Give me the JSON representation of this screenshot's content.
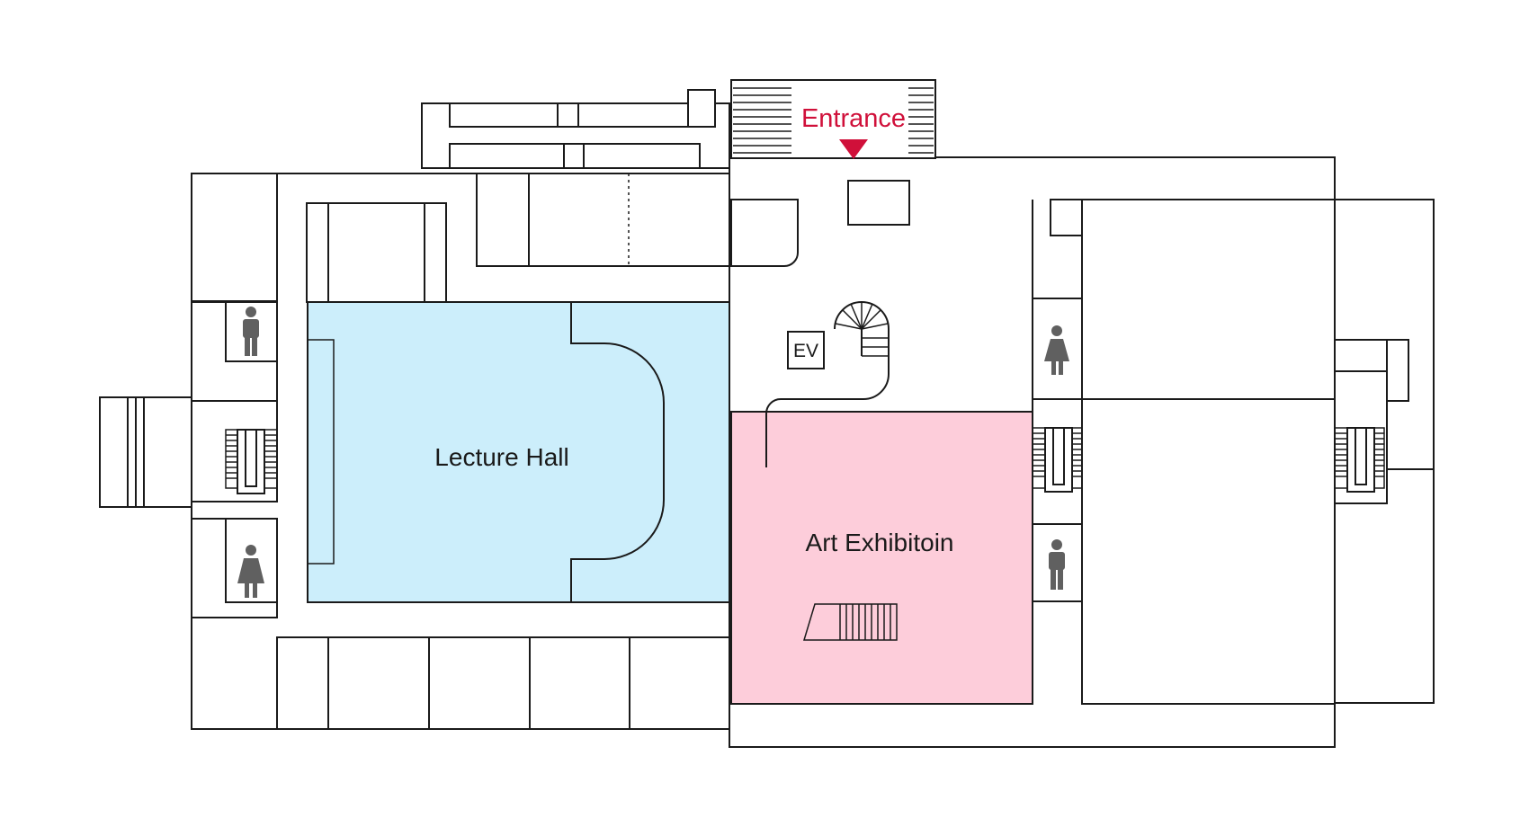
{
  "map": {
    "entrance_label": "Entrance",
    "ev_label": "EV",
    "rooms": [
      {
        "id": "lecture-hall",
        "label": "Lecture Hall",
        "color": "#cceefb"
      },
      {
        "id": "art-exhibition",
        "label": "Art Exhibitoin",
        "color": "#fdcdda"
      }
    ],
    "colors": {
      "entrance_accent": "#d0103a",
      "wall_stroke": "#1a1a1a",
      "restroom_icon": "#606060"
    },
    "icons": [
      "male-restroom-icon",
      "female-restroom-icon",
      "elevator-icon",
      "spiral-stairs-icon",
      "staircase-icon",
      "entrance-arrow-icon"
    ]
  }
}
